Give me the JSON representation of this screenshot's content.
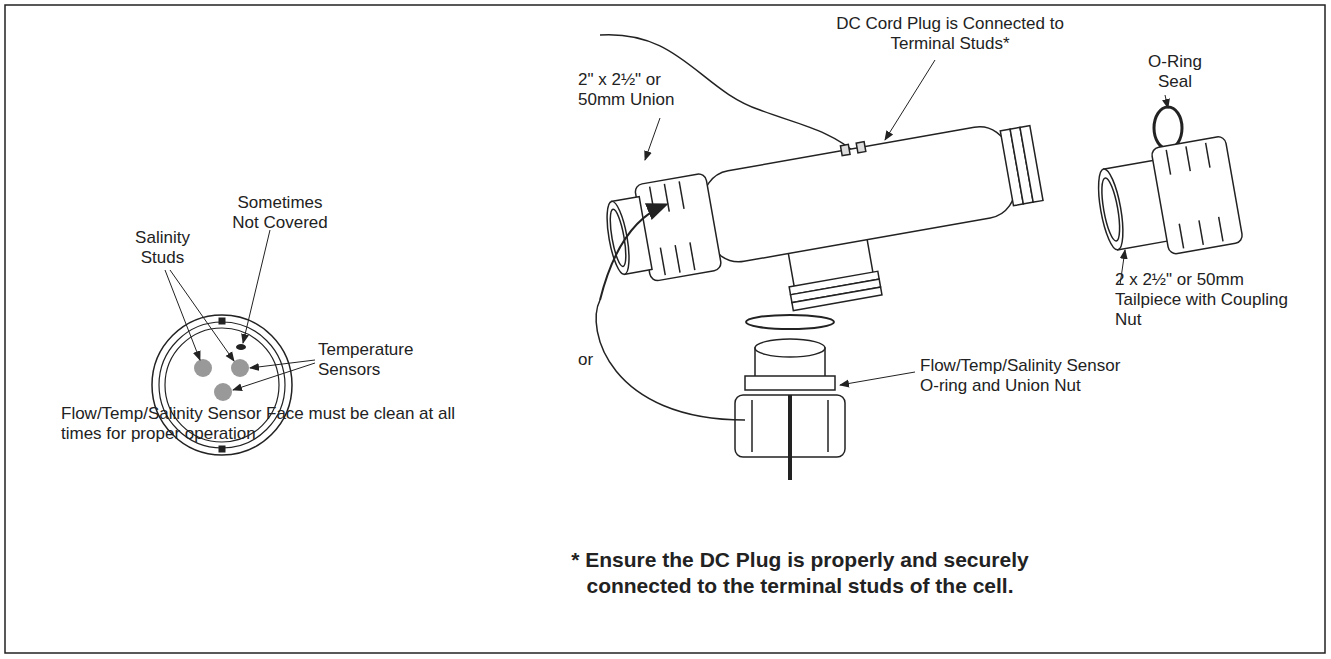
{
  "diagram": {
    "caption": "* Ensure the DC Plug is properly and securely connected to the terminal studs of the cell.",
    "labels": [
      "Sometimes Not Covered",
      "Salinity Studs",
      "Temperature Sensors",
      "Flow/Temp/Salinity Sensor Face must be clean at all times for proper operation",
      "DC Cord Plug is Connected to Terminal Studs*",
      "O-Ring Seal",
      "2\" x 2½\" or 50mm Union",
      "or",
      "2 x 2½\" or 50mm Tailpiece with Coupling Nut",
      "Flow/Temp/Salinity Sensor O-ring and Union Nut"
    ]
  }
}
